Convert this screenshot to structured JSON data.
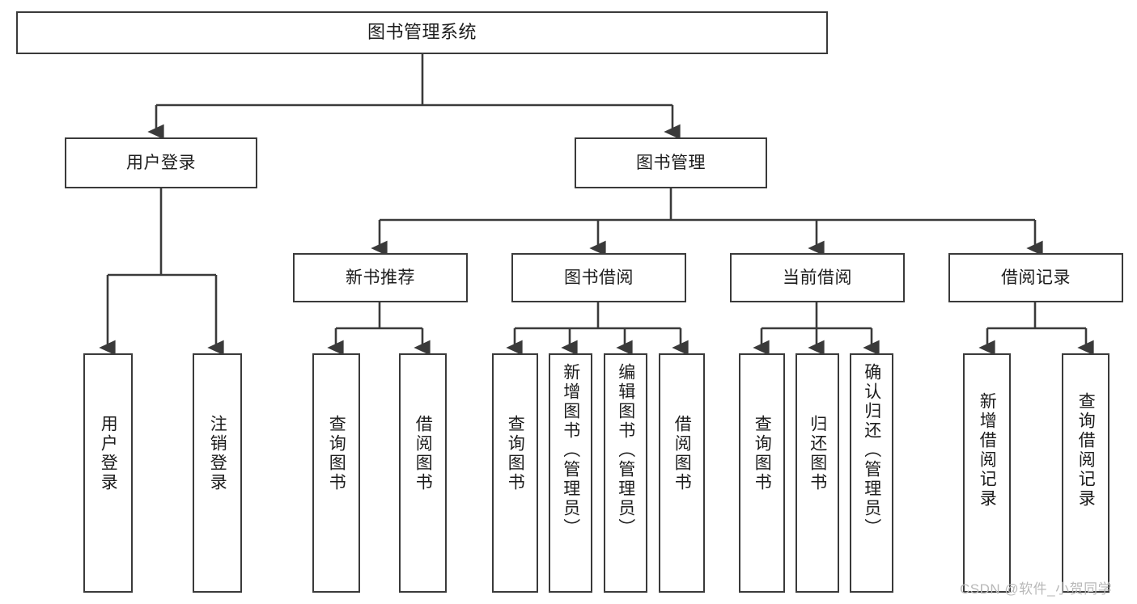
{
  "diagram": {
    "title": "图书管理系统",
    "type": "tree-hierarchy",
    "watermark": "CSDN @软件_小贺同学",
    "colors": {
      "background": "#ffffff",
      "box_border": "#3a3a3a",
      "edge": "#3a3a3a",
      "text": "#1c1c1c",
      "watermark": "#b9b9b9"
    },
    "levels": {
      "root": {
        "label": "图书管理系统"
      },
      "level2": [
        {
          "id": "user-login",
          "label": "用户登录"
        },
        {
          "id": "book-manage",
          "label": "图书管理"
        }
      ],
      "level3": [
        {
          "id": "new-book-rec",
          "label": "新书推荐",
          "parent": "book-manage"
        },
        {
          "id": "book-borrow",
          "label": "图书借阅",
          "parent": "book-manage"
        },
        {
          "id": "current-borrow",
          "label": "当前借阅",
          "parent": "book-manage"
        },
        {
          "id": "borrow-record",
          "label": "借阅记录",
          "parent": "book-manage"
        }
      ],
      "leaves": [
        {
          "id": "leaf-user-login",
          "label": "用户登录",
          "parent": "user-login"
        },
        {
          "id": "leaf-logout",
          "label": "注销登录",
          "parent": "user-login"
        },
        {
          "id": "leaf-query-book-1",
          "label": "查询图书",
          "parent": "new-book-rec"
        },
        {
          "id": "leaf-borrow-book-1",
          "label": "借阅图书",
          "parent": "new-book-rec"
        },
        {
          "id": "leaf-query-book-2",
          "label": "查询图书",
          "parent": "book-borrow"
        },
        {
          "id": "leaf-add-book",
          "label": "新增图书（管理员）",
          "parent": "book-borrow"
        },
        {
          "id": "leaf-edit-book",
          "label": "编辑图书（管理员）",
          "parent": "book-borrow"
        },
        {
          "id": "leaf-borrow-book-2",
          "label": "借阅图书",
          "parent": "book-borrow"
        },
        {
          "id": "leaf-query-book-3",
          "label": "查询图书",
          "parent": "current-borrow"
        },
        {
          "id": "leaf-return-book",
          "label": "归还图书",
          "parent": "current-borrow"
        },
        {
          "id": "leaf-confirm-return",
          "label": "确认归还（管理员）",
          "parent": "current-borrow"
        },
        {
          "id": "leaf-add-record",
          "label": "新增借阅记录",
          "parent": "borrow-record"
        },
        {
          "id": "leaf-query-record",
          "label": "查询借阅记录",
          "parent": "borrow-record"
        }
      ]
    }
  }
}
